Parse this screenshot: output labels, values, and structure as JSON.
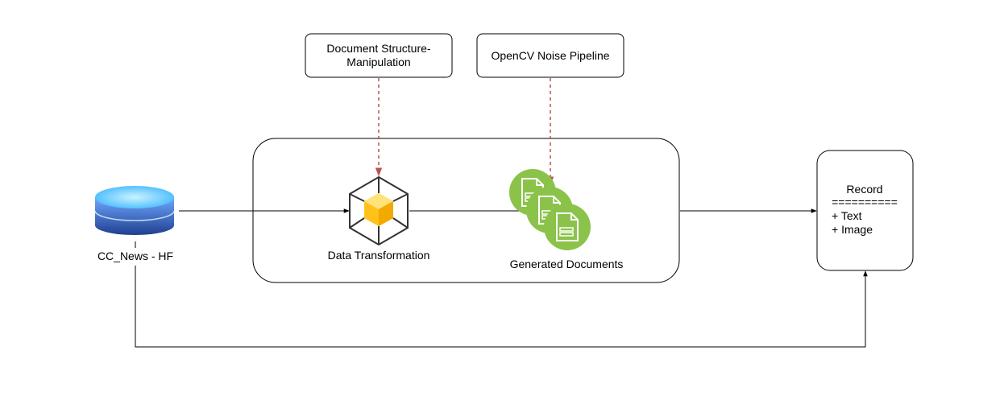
{
  "nodes": {
    "source": {
      "label": "CC_News - HF"
    },
    "structure": {
      "label": "Document Structure-Manipulation"
    },
    "noise": {
      "label": "OpenCV Noise Pipeline"
    },
    "transform": {
      "label": "Data Transformation"
    },
    "generated": {
      "label": "Generated Documents"
    },
    "record": {
      "title": "Record",
      "separator": "==========",
      "fields": [
        "+ Text",
        "+ Image"
      ]
    }
  },
  "colors": {
    "solid_edge": "#000000",
    "dashed_edge": "#b85450",
    "db_top": "#9ee6ff",
    "db_body": "#2a4d9c",
    "cube_face": "#ffd43b",
    "cube_outline": "#333333",
    "doc_circle": "#8bc34a"
  },
  "icons": {
    "source": "database-icon",
    "transform": "cube-icon",
    "generated": "documents-stack-icon"
  }
}
